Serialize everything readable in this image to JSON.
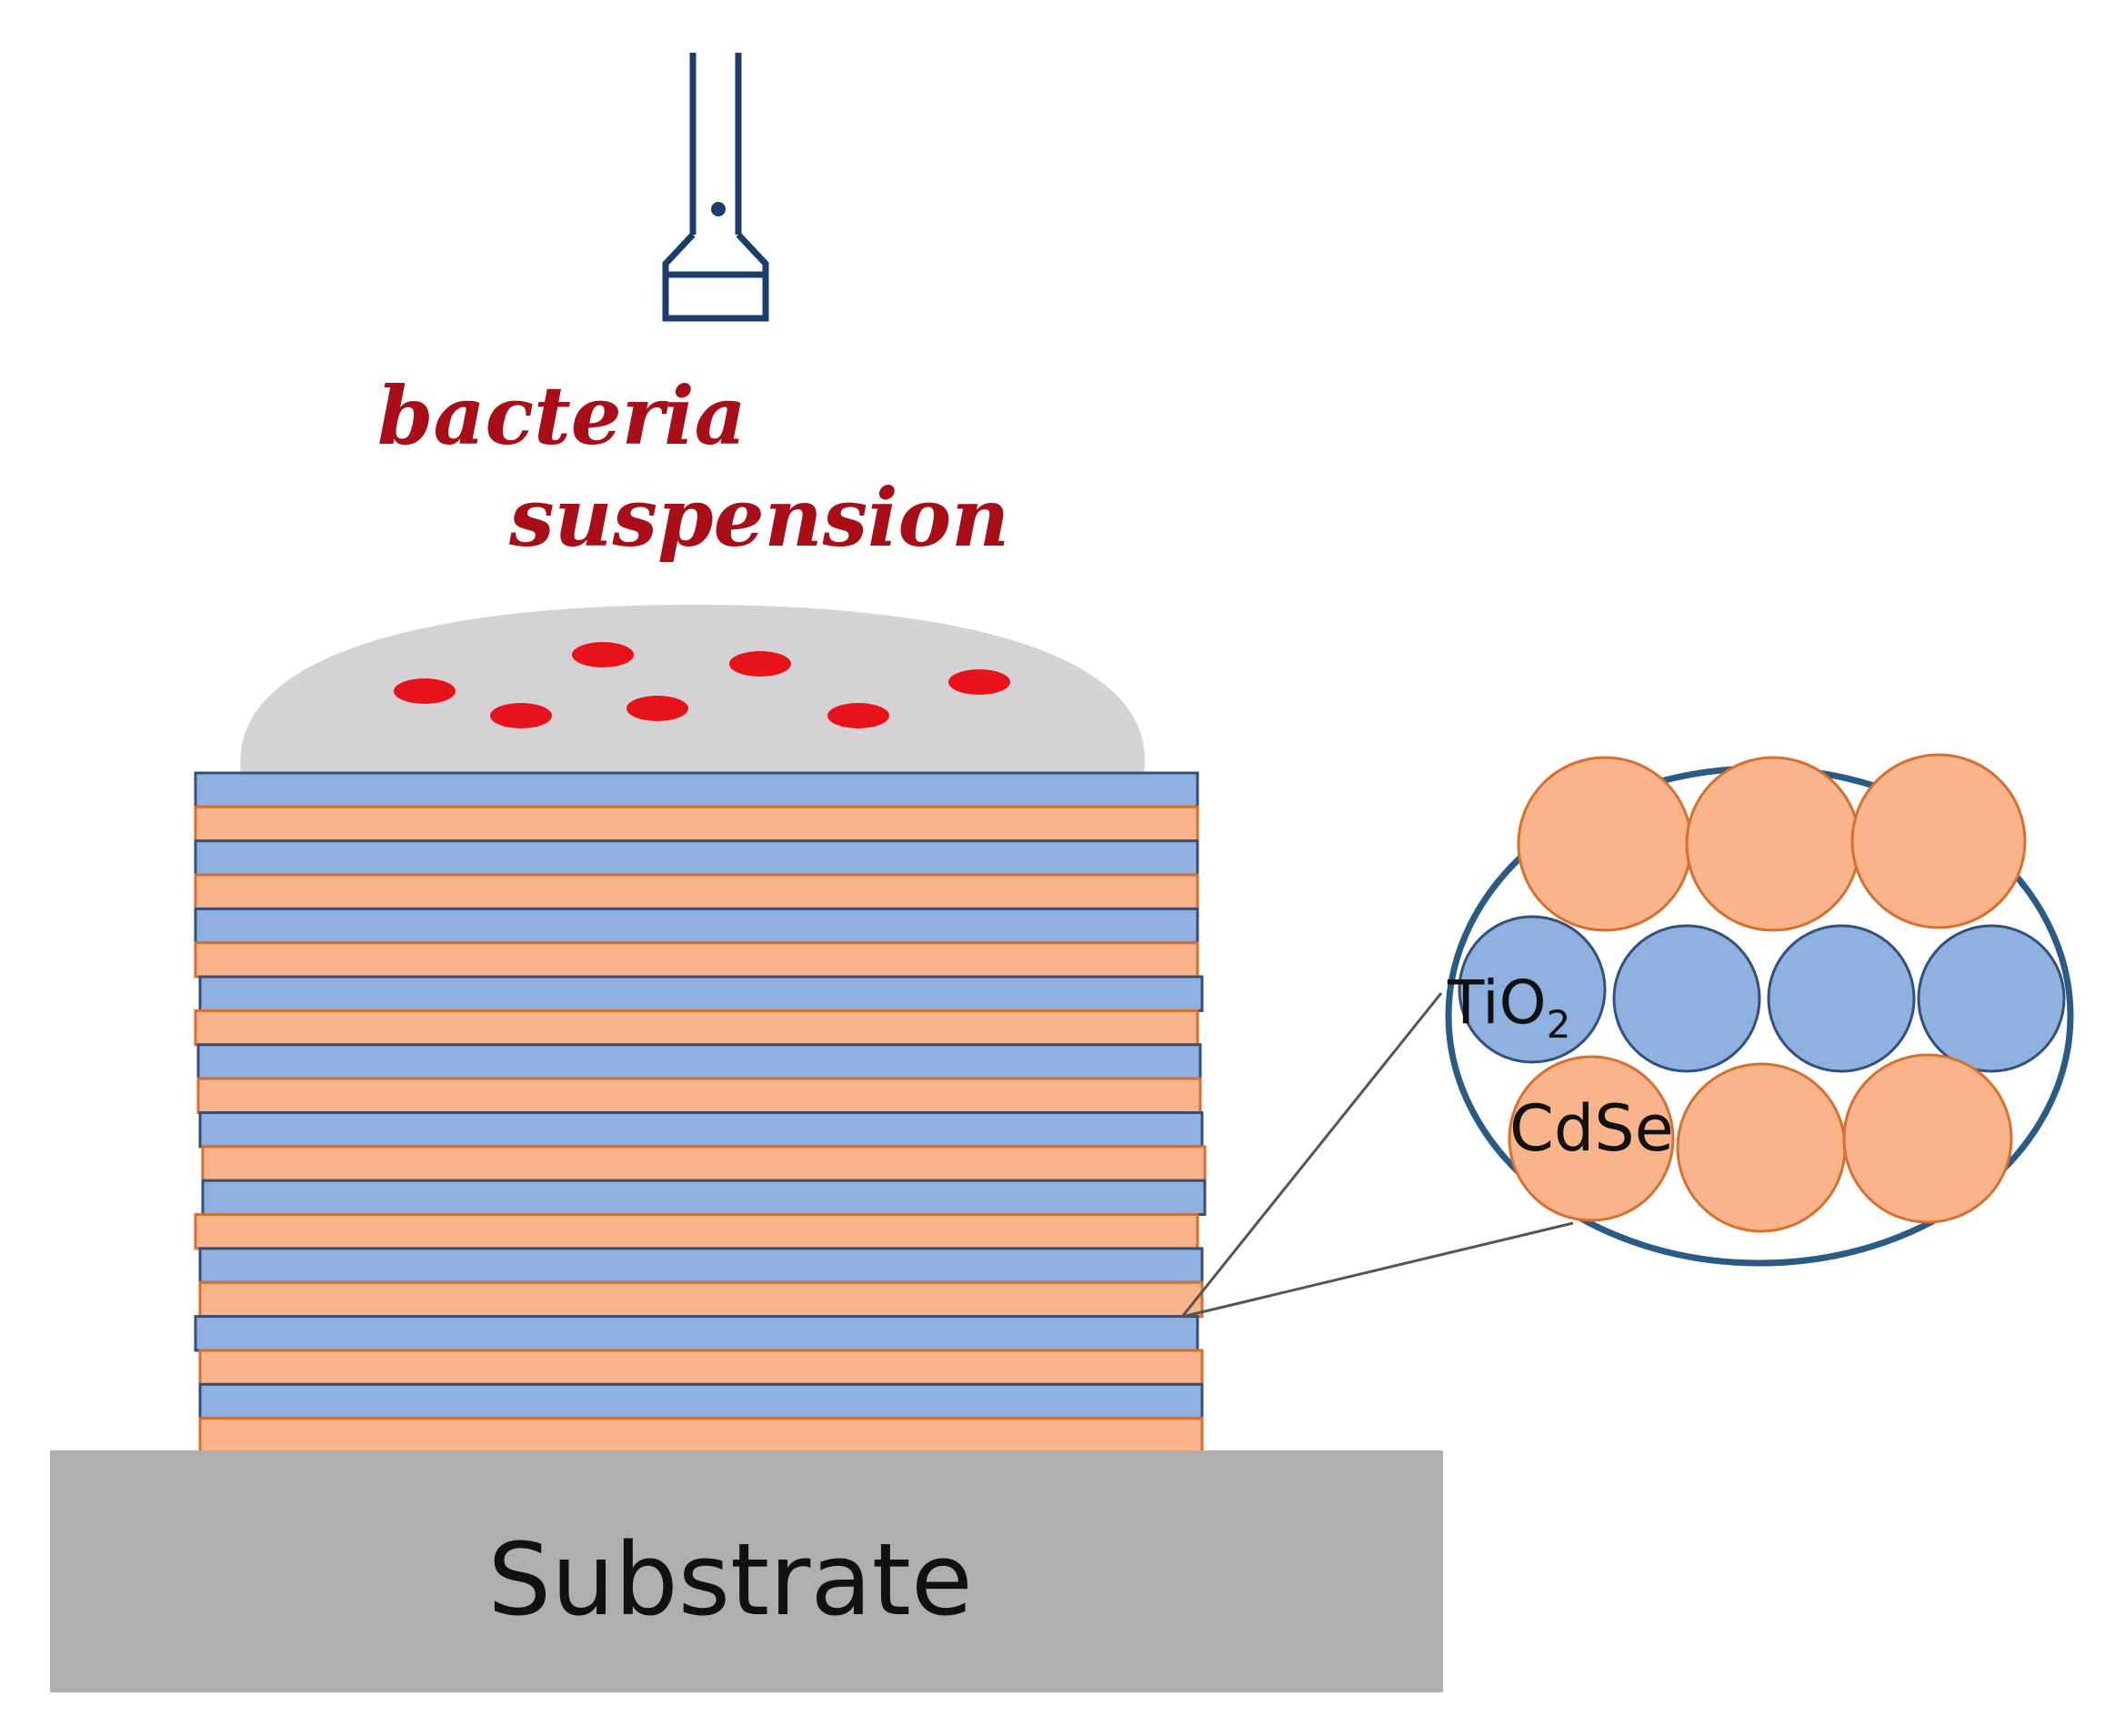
{
  "labels": {
    "bacteria_line1": "bacteria",
    "bacteria_line2": "suspension",
    "substrate": "Substrate",
    "tio2_main": "TiO",
    "tio2_sub": "2",
    "cdse": "CdSe"
  },
  "layers": [
    "TiO2",
    "CdSe",
    "TiO2",
    "CdSe",
    "TiO2",
    "CdSe",
    "TiO2",
    "CdSe",
    "TiO2",
    "CdSe",
    "TiO2",
    "CdSe",
    "TiO2",
    "CdSe",
    "TiO2",
    "CdSe",
    "TiO2",
    "CdSe",
    "TiO2",
    "CdSe"
  ],
  "bacteria_count": 7,
  "colors": {
    "tio2": "#8eb1e0",
    "cdse": "#f9b48c",
    "layer_stroke_tio2": "#34507a",
    "layer_stroke_cdse": "#d86f2c",
    "substrate": "#b1aeae",
    "drop": "#d4d2d4",
    "bacteria": "#e8121a",
    "label_red": "#a80d18",
    "circle_outline": "#2a5b86",
    "text": "#111111"
  },
  "icons": {
    "dropper": "pipette-icon"
  }
}
